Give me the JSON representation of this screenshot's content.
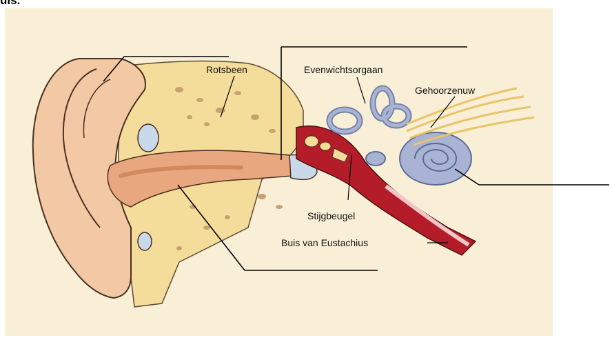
{
  "header_text": "uis.",
  "labels": {
    "rotsbeen": "Rotsbeen",
    "evenwichtsorgaan": "Evenwichtsorgaan",
    "gehoorzenuw": "Gehoorzenuw",
    "stijgbeugel": "Stijgbeugel",
    "buis_van_eustachius": "Buis van Eustachius"
  },
  "blank_label_lines": 4,
  "colors": {
    "background": "#f8efd6",
    "skin": "#f3c8a4",
    "bone": "#f4dc9a",
    "bone_pores": "#c9a070",
    "canal": "#e9a77f",
    "labyrinth": "#a9b3d3",
    "eustachian": "#b51c2a",
    "nerve": "#f3d58a",
    "line": "#000000"
  }
}
